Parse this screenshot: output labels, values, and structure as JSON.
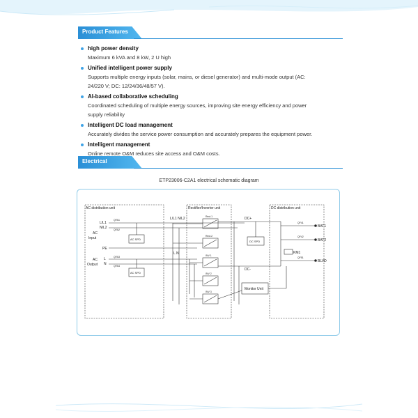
{
  "sections": {
    "features_title": "Product Features",
    "electrical_title": "Electrical"
  },
  "features": [
    {
      "title": "high power density",
      "desc": [
        "Maximum 6 kVA and 8 kW, 2 U high"
      ]
    },
    {
      "title": "Unified intelligent power supply",
      "desc": [
        "Supports multiple energy inputs (solar, mains, or diesel generator) and multi-mode output (AC:",
        "24/220 V; DC: 12/24/36/48/57 V)."
      ]
    },
    {
      "title": "AI-based collaborative scheduling",
      "desc": [
        "Coordinated scheduling of multiple energy sources, improving site energy efficiency and power",
        "supply reliability"
      ]
    },
    {
      "title": "Intelligent DC load management",
      "desc": [
        "Accurately divides the service power consumption and accurately prepares the equipment power."
      ]
    },
    {
      "title": "Intelligent management",
      "desc": [
        "Online remote O&M reduces site access and O&M costs."
      ]
    }
  ],
  "diagram": {
    "title": "ETP23006-C2A1 electrical schematic diagram",
    "blocks": {
      "ac_unit": "AC distribution unit",
      "rect_unit": "Rectifier/Inverter unit",
      "dc_unit": "DC distribution unit",
      "monitor": "Monitor Unit",
      "ac_spd": "AC SPD",
      "dc_spd": "DC SPD",
      "km1": "KM1"
    },
    "labels": {
      "ac_input": [
        "AC",
        "Input"
      ],
      "ac_output": [
        "AC",
        "Output"
      ],
      "l_l1": "L/L1",
      "n_l2": "N/L2",
      "pe": "PE",
      "l": "L",
      "n": "N",
      "l1n_l2": "L/L1 N/L2",
      "ln": "L   N",
      "dc_plus": "DC+",
      "dc_minus": "DC-",
      "bat1": "BAT1",
      "bat2": "BAT2",
      "blvd": "BLVD",
      "qfa1": "QFA1",
      "qfa2": "QFA2",
      "qfa3": "QFA3",
      "qfa4": "QFA4",
      "qf1": "QF41",
      "qf2": "QF42",
      "qf3": "QF51"
    },
    "modules": [
      "Rect.1",
      "Rect.2",
      "INV 1",
      "INV 2",
      "INV 3"
    ]
  }
}
